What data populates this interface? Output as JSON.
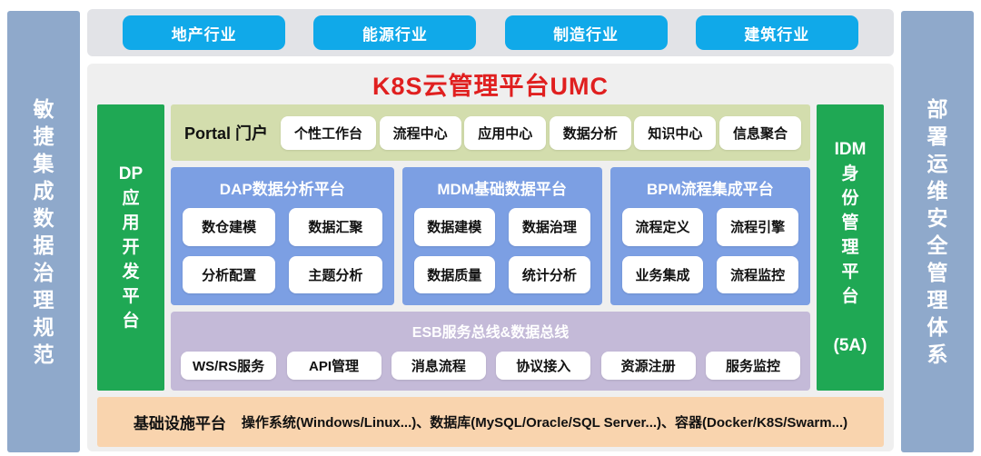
{
  "sidebars": {
    "left": {
      "text": "敏\n捷\n集\n成\n数\n据\n治\n理\n规\n范"
    },
    "right": {
      "text": "部\n署\n运\n维\n安\n全\n管\n理\n体\n系"
    }
  },
  "industries": {
    "items": [
      "地产行业",
      "能源行业",
      "制造行业",
      "建筑行业"
    ],
    "button_color": "#10A9E9"
  },
  "title": {
    "text": "K8S云管理平台UMC",
    "color": "#E01F1F"
  },
  "dp_bar": {
    "text": "DP\n应\n用\n开\n发\n平\n台",
    "color": "#1FA854"
  },
  "idm_bar": {
    "text": "IDM\n身\n份\n管\n理\n平\n台\n\n(5A)",
    "color": "#1FA854"
  },
  "portal": {
    "label": "Portal 门户",
    "items": [
      "个性工作台",
      "流程中心",
      "应用中心",
      "数据分析",
      "知识中心",
      "信息聚合"
    ],
    "bg": "#D3DDAD"
  },
  "platforms": [
    {
      "title": "DAP数据分析平台",
      "items": [
        "数仓建模",
        "数据汇聚",
        "分析配置",
        "主题分析"
      ]
    },
    {
      "title": "MDM基础数据平台",
      "items": [
        "数据建模",
        "数据治理",
        "数据质量",
        "统计分析"
      ]
    },
    {
      "title": "BPM流程集成平台",
      "items": [
        "流程定义",
        "流程引擎",
        "业务集成",
        "流程监控"
      ]
    }
  ],
  "esb": {
    "title": "ESB服务总线&数据总线",
    "items": [
      "WS/RS服务",
      "API管理",
      "消息流程",
      "协议接入",
      "资源注册",
      "服务监控"
    ],
    "bg": "#C4BAD8"
  },
  "infrastructure": {
    "label": "基础设施平台",
    "detail": "操作系统(Windows/Linux...)、数据库(MySQL/Oracle/SQL Server...)、容器(Docker/K8S/Swarm...)",
    "bg": "#F9D4AE"
  }
}
